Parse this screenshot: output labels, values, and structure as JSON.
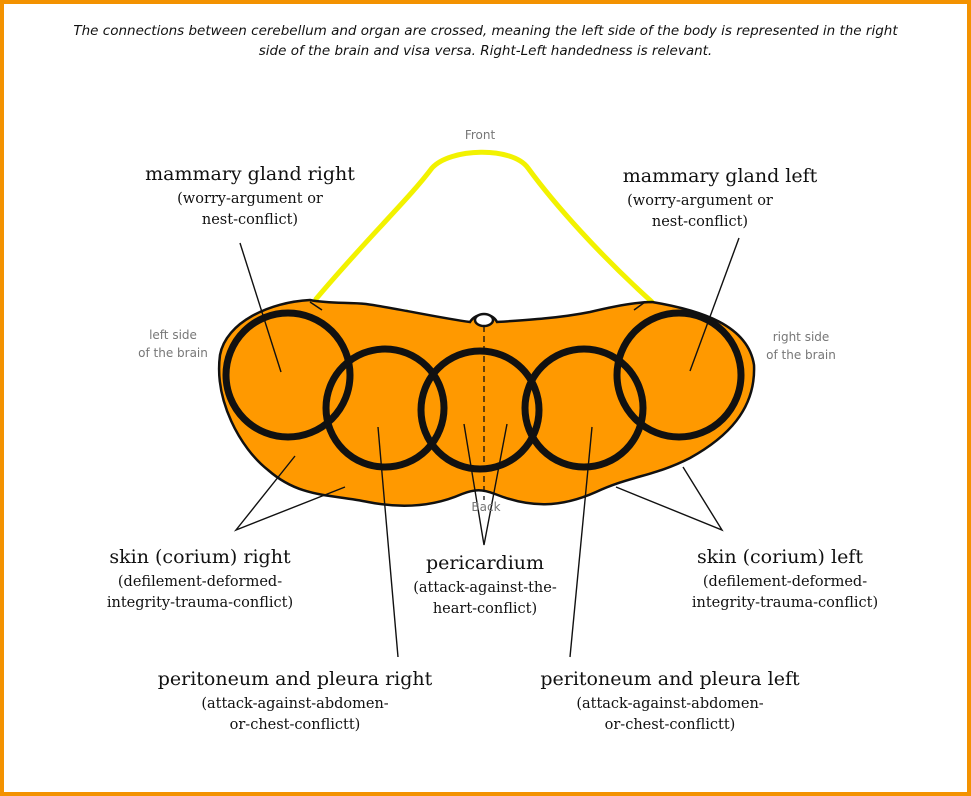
{
  "caption": {
    "line1": "The connections between cerebellum and organ are crossed, meaning the left side of the body is represented in the right",
    "line2": "side of the brain and visa versa. Right-Left handedness is relevant."
  },
  "orientation": {
    "front": "Front",
    "back": "Back",
    "left_side_line1": "left side",
    "left_side_line2": "of the brain",
    "right_side_line1": "right side",
    "right_side_line2": "of the brain"
  },
  "labels": {
    "mammary_right": {
      "title": "mammary gland right",
      "sub1": "(worry-argument or",
      "sub2": "nest-conflict)"
    },
    "mammary_left": {
      "title": "mammary gland left",
      "sub1": "(worry-argument or",
      "sub2": "nest-conflict)"
    },
    "skin_right": {
      "title": "skin (corium) right",
      "sub1": "(defilement-deformed-",
      "sub2": "integrity-trauma-conflict)"
    },
    "skin_left": {
      "title": "skin (corium) left",
      "sub1": "(defilement-deformed-",
      "sub2": "integrity-trauma-conflict)"
    },
    "pericardium": {
      "title": "pericardium",
      "sub1": "(attack-against-the-",
      "sub2": "heart-conflict)"
    },
    "peritoneum_right": {
      "title": "peritoneum and pleura right",
      "sub1": "(attack-against-abdomen-",
      "sub2": "or-chest-conflictt)"
    },
    "peritoneum_left": {
      "title": "peritoneum and pleura left",
      "sub1": "(attack-against-abdomen-",
      "sub2": "or-chest-conflictt)"
    }
  },
  "colors": {
    "frame": "#f39200",
    "cerebellum_fill": "#ff9900",
    "front_outline": "#f2f200",
    "ring": "#111111"
  }
}
